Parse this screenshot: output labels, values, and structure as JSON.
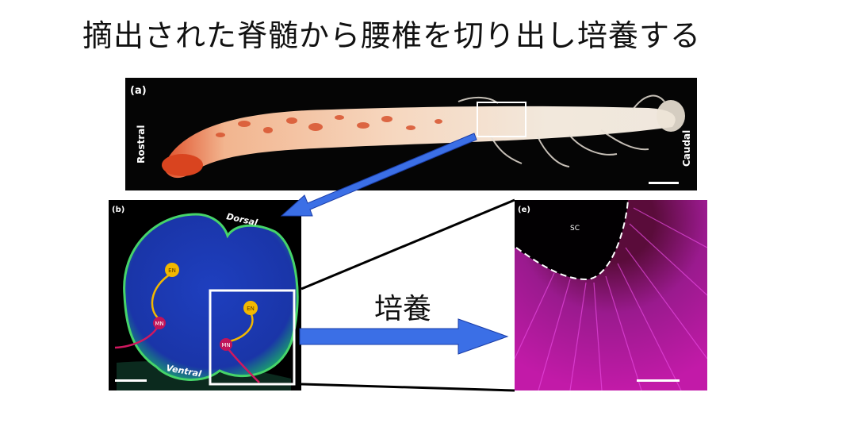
{
  "title": "摘出された脊髄から腰椎を切り出し培養する",
  "culture_label": "培養",
  "panel_a": {
    "label": "(a)",
    "rostral": "Rostral",
    "caudal": "Caudal"
  },
  "panel_b": {
    "label": "(b)",
    "dorsal": "Dorsal",
    "ventral": "Ventral",
    "en": "EN",
    "mn": "MN"
  },
  "panel_e": {
    "label": "(e)",
    "sc": "SC"
  },
  "colors": {
    "arrow_blue": "#3b6fe6",
    "connector_line": "#000000",
    "title_text": "#111111"
  }
}
